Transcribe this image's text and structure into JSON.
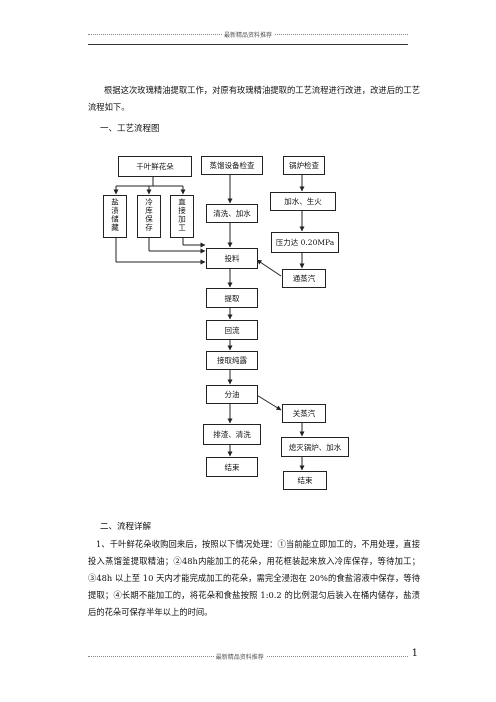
{
  "header": {
    "text": "最新精品资料推荐"
  },
  "intro": "根据这次玫瑰精油提取工作，对原有玫瑰精油提取的工艺流程进行改进，改进后的工艺流程如下。",
  "section1_title": "一、工艺流程图",
  "flow": {
    "fresh_flowers": "千叶鲜花朵",
    "salt_storage": "盐渍储藏",
    "cold_storage": "冷库保存",
    "direct_process": "直接加工",
    "equipment_check": "蒸馏设备检查",
    "clean_water": "清洗、加水",
    "feed": "投料",
    "extract": "提取",
    "reflux": "回流",
    "collect": "接取纯露",
    "separate": "分油",
    "discharge_clean": "排渣、清洗",
    "end_left": "结束",
    "boiler_check": "锅炉检查",
    "add_water_fire": "加水、生火",
    "pressure": "压力达 0.20MPa",
    "steam_in": "通蒸汽",
    "steam_off": "关蒸汽",
    "boiler_off": "熄灭锅炉、加水",
    "end_right": "结束"
  },
  "section2_title": "二、流程详解",
  "detail": "1、千叶鲜花朵收购回来后，按照以下情况处理：①当前能立即加工的，不用处理，直接投入蒸馏釜提取精油；②48h内能加工的花朵，用花框装起来放入冷库保存，等待加工；③48h 以上至 10 天内才能完成加工的花朵，需完全浸泡在 20%的食盐溶液中保存，等待提取；④长期不能加工的，将花朵和食盐按照 1:0.2 的比例混匀后装入在桶内储存，盐渍后的花朵可保存半年以上的时间。",
  "footer": {
    "text": "最新精品资料推荐",
    "page": "1"
  }
}
